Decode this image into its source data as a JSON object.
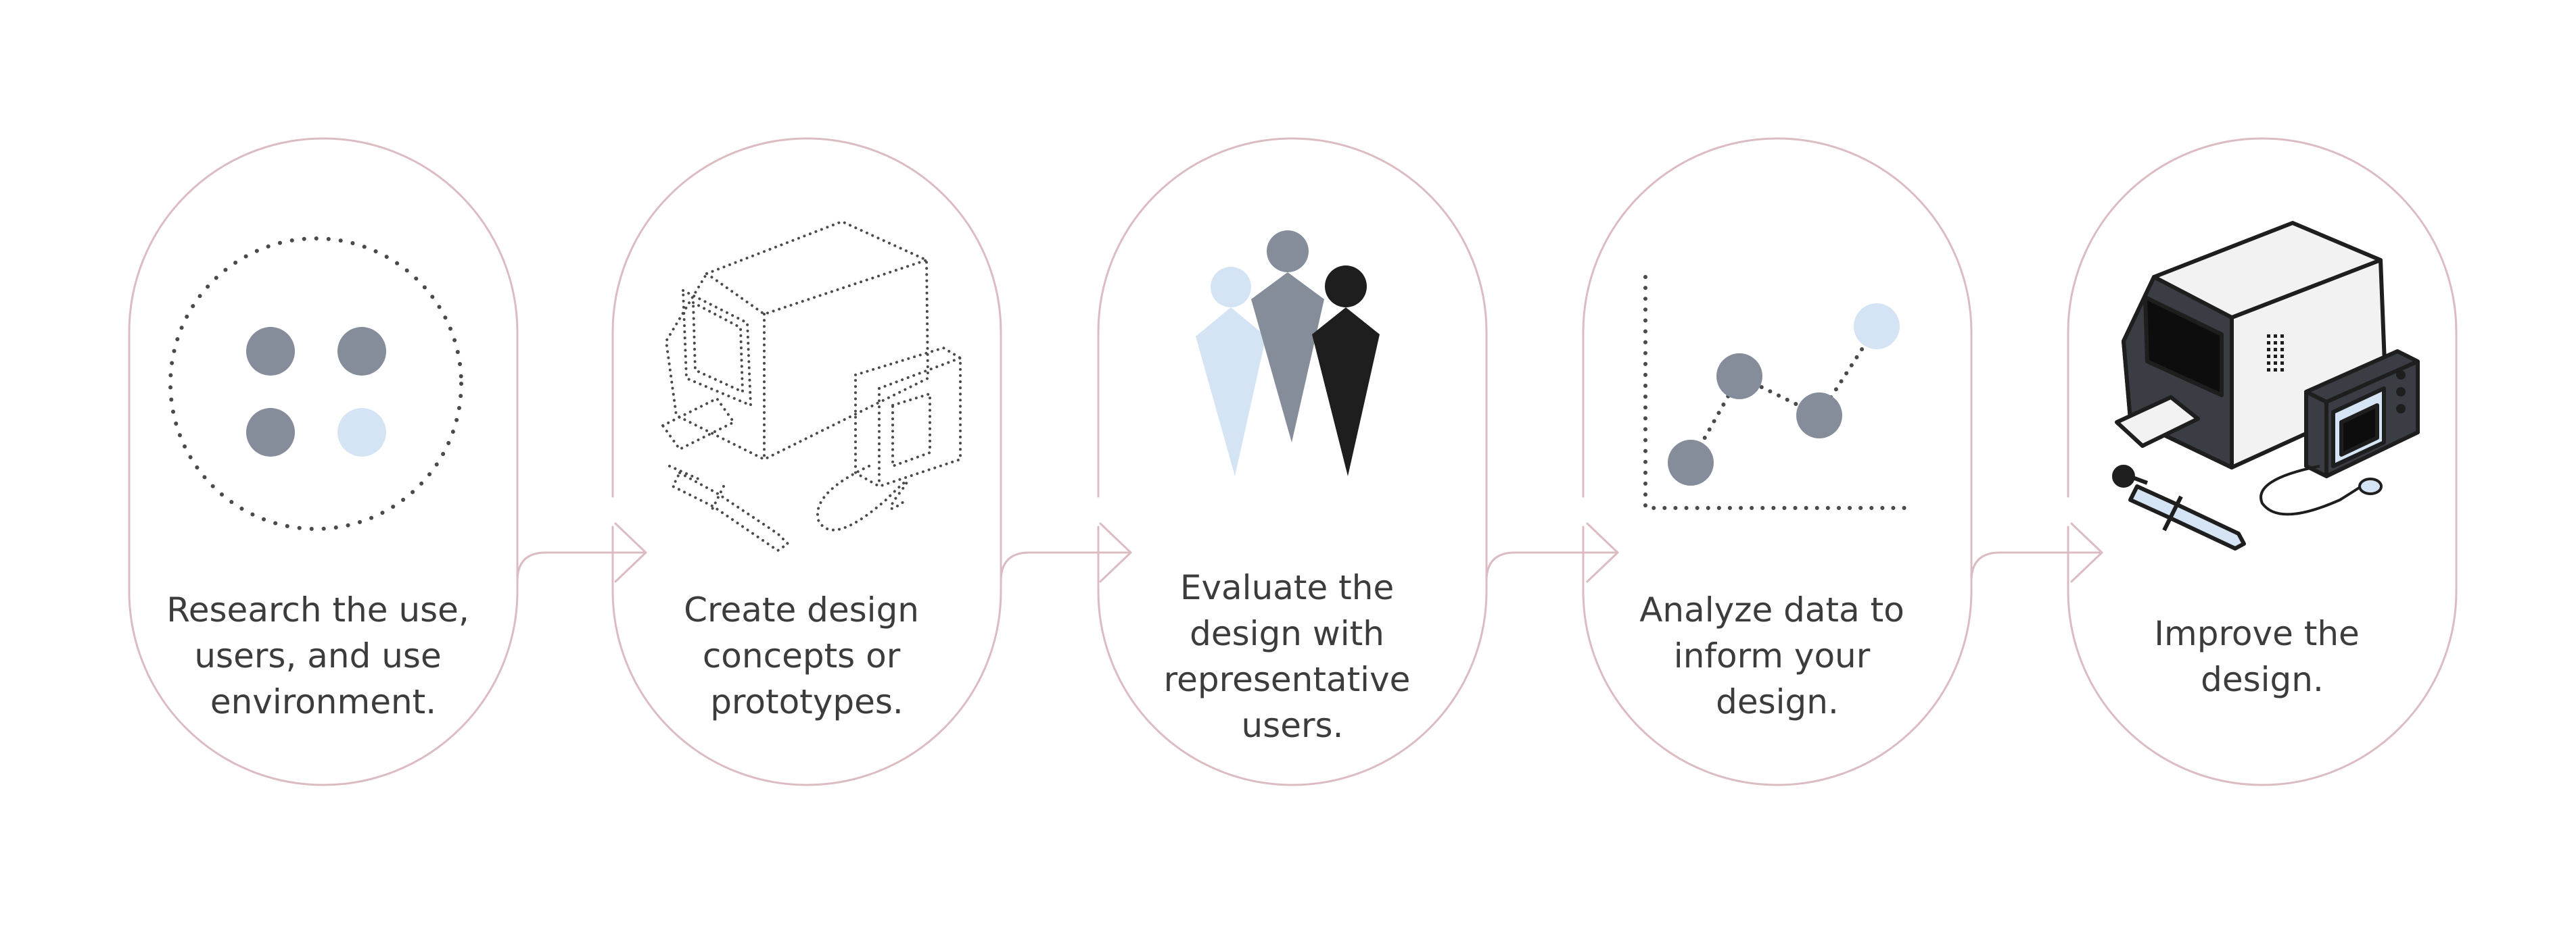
{
  "steps": [
    {
      "id": "research",
      "lines": [
        "Research the use,",
        "users, and use",
        "environment."
      ]
    },
    {
      "id": "create",
      "lines": [
        "Create design",
        "concepts or",
        "prototypes."
      ]
    },
    {
      "id": "evaluate",
      "lines": [
        "Evaluate the",
        "design with",
        "representative",
        "users."
      ]
    },
    {
      "id": "analyze",
      "lines": [
        "Analyze data to",
        "inform your",
        "design."
      ]
    },
    {
      "id": "improve",
      "lines": [
        "Improve the",
        "design."
      ]
    }
  ],
  "colors": {
    "outline": "#dcbcc3",
    "slate": "#858d9b",
    "light_blue": "#d4e4f4",
    "black": "#1e1e1e",
    "text": "#3c3c3c",
    "dots": "#4a4a4a"
  },
  "icons": [
    "dot-grid-icon",
    "device-sketch-icon",
    "users-icon",
    "line-graph-icon",
    "medical-device-icon"
  ]
}
